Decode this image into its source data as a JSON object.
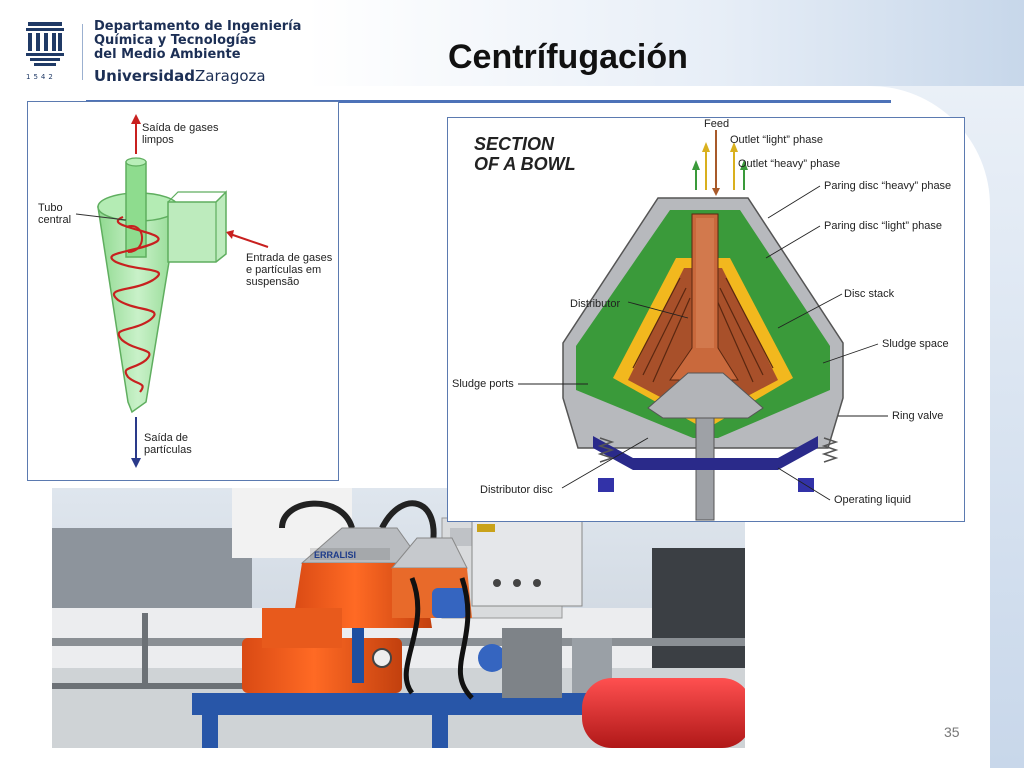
{
  "header": {
    "logo": {
      "dept_line1": "Departamento de Ingeniería",
      "dept_line2": "Química y Tecnologías",
      "dept_line3": "del Medio Ambiente",
      "uni_bold": "Universidad",
      "uni_regular": "Zaragoza",
      "year": "1542"
    },
    "title": "Centrífugación"
  },
  "cyclone_diagram": {
    "label_top": [
      "Saída de gases",
      "limpos"
    ],
    "label_tube": [
      "Tubo",
      "central"
    ],
    "label_inlet": [
      "Entrada de gases",
      "e partículas em",
      "suspensão"
    ],
    "label_bottom": [
      "Saída de",
      "partículas"
    ]
  },
  "bowl_diagram": {
    "title": [
      "SECTION",
      "OF A BOWL"
    ],
    "labels": {
      "feed": "Feed",
      "outlet_light": "Outlet “light” phase",
      "outlet_heavy": "Outlet “heavy” phase",
      "paring_heavy": "Paring disc “heavy” phase",
      "paring_light": "Paring disc “light” phase",
      "distributor": "Distributor",
      "disc_stack": "Disc stack",
      "sludge_space": "Sludge space",
      "sludge_ports": "Sludge ports",
      "ring_valve": "Ring valve",
      "distributor_disc": "Distributor disc",
      "operating_liquid": "Operating liquid"
    }
  },
  "photo": {
    "machine_brand": "ERRALISI"
  },
  "footer": {
    "page_number": "35"
  },
  "colors": {
    "accent": "#4d72b8",
    "title_text": "#111111",
    "logo_text": "#1c2f55"
  }
}
